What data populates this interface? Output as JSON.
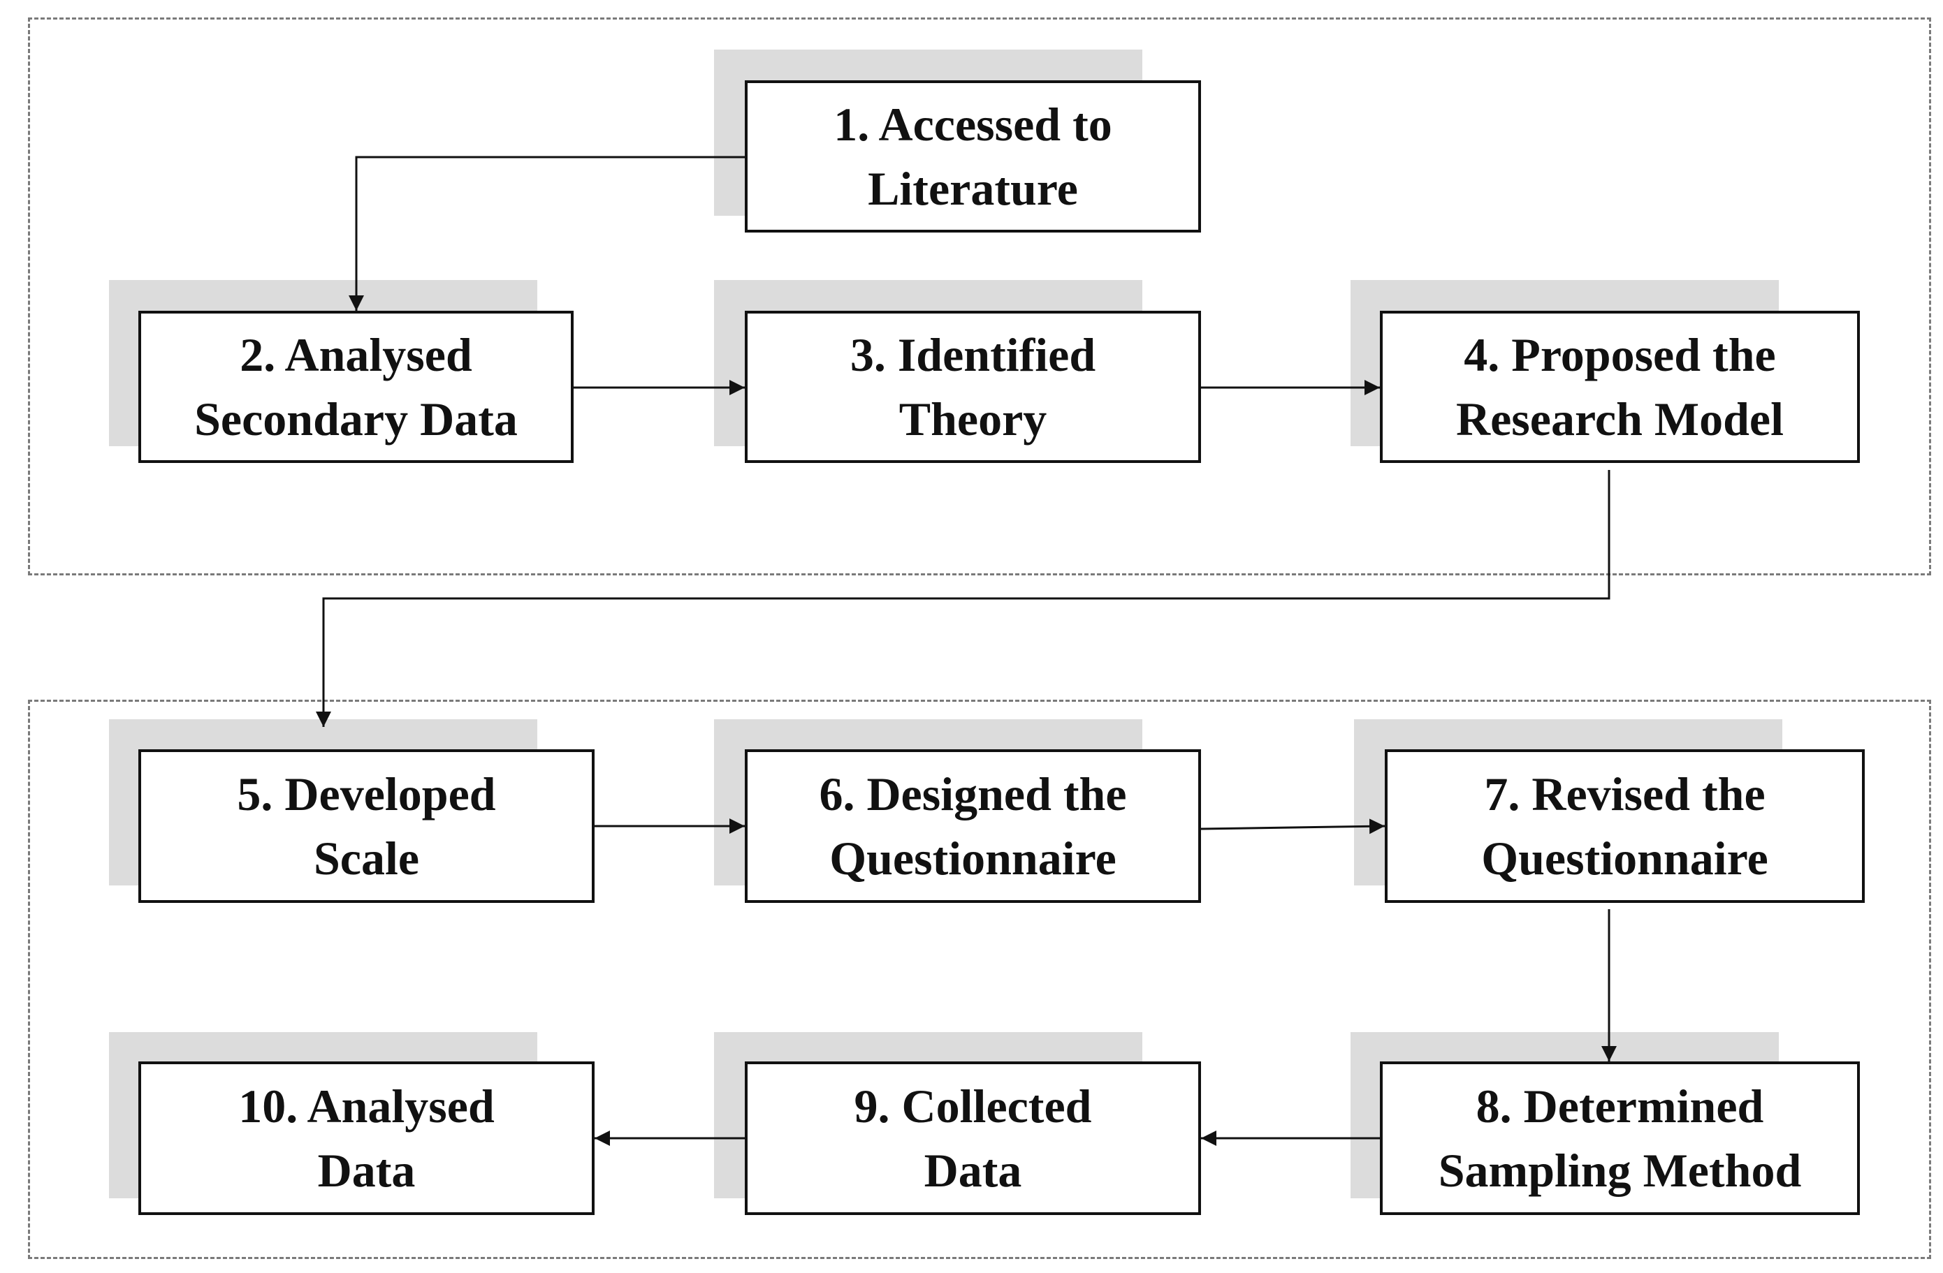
{
  "diagram": {
    "groups": [
      {
        "id": "top-group"
      },
      {
        "id": "bottom-group"
      }
    ],
    "steps": [
      {
        "id": "s1",
        "line1": "1. Accessed to",
        "line2": "Literature"
      },
      {
        "id": "s2",
        "line1": "2. Analysed",
        "line2": "Secondary Data"
      },
      {
        "id": "s3",
        "line1": "3. Identified",
        "line2": "Theory"
      },
      {
        "id": "s4",
        "line1": "4. Proposed the",
        "line2": "Research Model"
      },
      {
        "id": "s5",
        "line1": "5. Developed",
        "line2": "Scale"
      },
      {
        "id": "s6",
        "line1": "6. Designed the",
        "line2": "Questionnaire"
      },
      {
        "id": "s7",
        "line1": "7. Revised the",
        "line2": "Questionnaire"
      },
      {
        "id": "s8",
        "line1": "8. Determined",
        "line2": "Sampling Method"
      },
      {
        "id": "s9",
        "line1": "9. Collected",
        "line2": "Data"
      },
      {
        "id": "s10",
        "line1": "10. Analysed",
        "line2": "Data"
      }
    ],
    "edges": [
      {
        "from": "s1",
        "to": "s2"
      },
      {
        "from": "s2",
        "to": "s3"
      },
      {
        "from": "s3",
        "to": "s4"
      },
      {
        "from": "s4",
        "to": "s5"
      },
      {
        "from": "s5",
        "to": "s6"
      },
      {
        "from": "s6",
        "to": "s7"
      },
      {
        "from": "s7",
        "to": "s8"
      },
      {
        "from": "s8",
        "to": "s9"
      },
      {
        "from": "s9",
        "to": "s10"
      }
    ],
    "colors": {
      "border": "#111111",
      "shadow": "#dcdcdc",
      "group_border": "#7a7a7a",
      "line": "#111111"
    }
  }
}
